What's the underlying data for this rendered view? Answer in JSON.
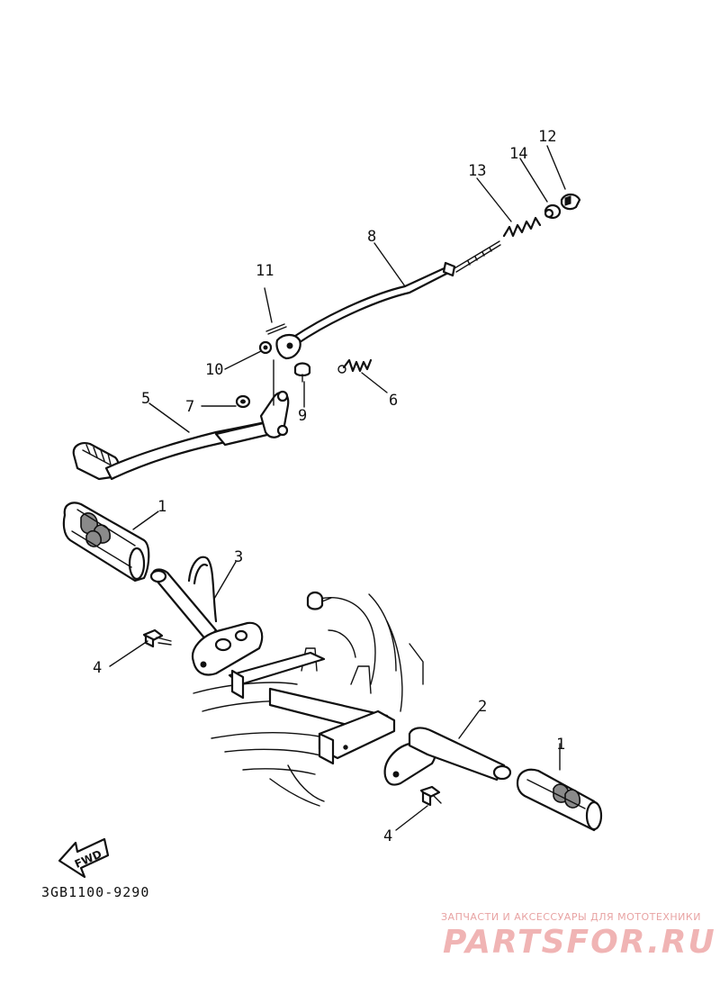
{
  "diagram": {
    "callouts": [
      {
        "id": "c1a",
        "label": "1"
      },
      {
        "id": "c1b",
        "label": "1"
      },
      {
        "id": "c2",
        "label": "2"
      },
      {
        "id": "c3",
        "label": "3"
      },
      {
        "id": "c4a",
        "label": "4"
      },
      {
        "id": "c4b",
        "label": "4"
      },
      {
        "id": "c5",
        "label": "5"
      },
      {
        "id": "c6",
        "label": "6"
      },
      {
        "id": "c7",
        "label": "7"
      },
      {
        "id": "c8",
        "label": "8"
      },
      {
        "id": "c9",
        "label": "9"
      },
      {
        "id": "c10",
        "label": "10"
      },
      {
        "id": "c11",
        "label": "11"
      },
      {
        "id": "c12",
        "label": "12"
      },
      {
        "id": "c13",
        "label": "13"
      },
      {
        "id": "c14",
        "label": "14"
      }
    ],
    "fwd_label": "FWD",
    "drawing_code": "3GB1100-9290"
  },
  "watermark": {
    "tagline": "ЗАПЧАСТИ И АКСЕССУАРЫ ДЛЯ МОТОТЕХНИКИ",
    "logo": "PARTSFOR.RU",
    "color": "#f0b4b4"
  }
}
